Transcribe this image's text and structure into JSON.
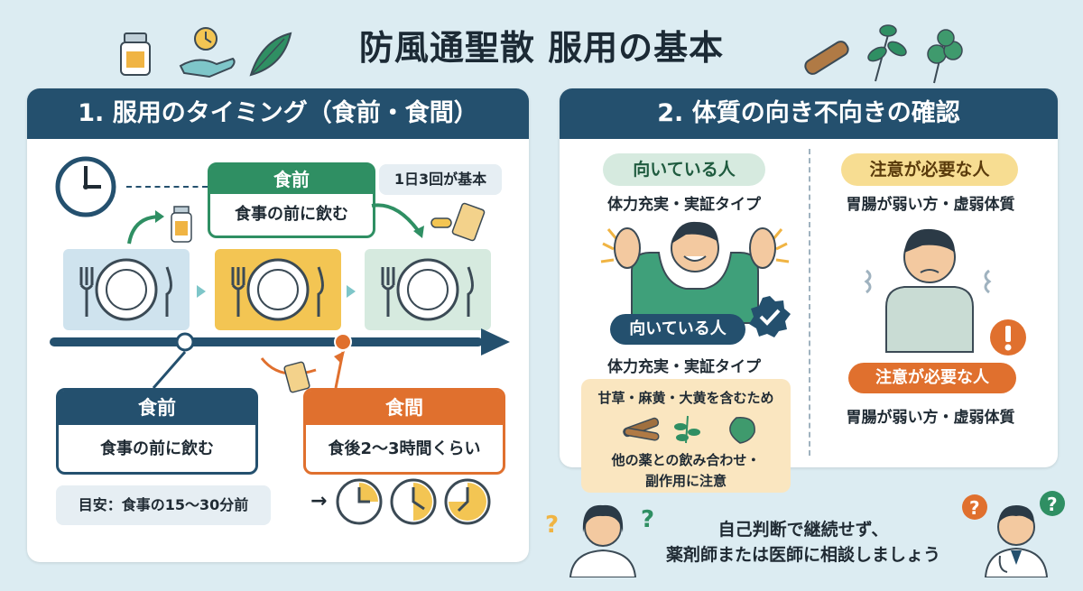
{
  "title": "防風通聖散 服用の基本",
  "left": {
    "header": "1. 服用のタイミング（食前・食間）",
    "top_label_title": "食前",
    "top_label_body": "食事の前に飲む",
    "basic_note": "1日3回が基本",
    "box_shokuzen_title": "食前",
    "box_shokuzen_body": "食事の前に飲む",
    "box_shokkan_title": "食間",
    "box_shokkan_body": "食後2〜3時間くらい",
    "guide": "目安：食事の15〜30分前",
    "arrow": "→"
  },
  "right": {
    "header": "2. 体質の向き不向きの確認",
    "suited_label": "向いている人",
    "suited_desc": "体力充実・実証タイプ",
    "suited_label2": "向いている人",
    "suited_desc2": "体力充実・実証タイプ",
    "caution_label": "注意が必要な人",
    "caution_desc": "胃腸が弱い方・虚弱体質",
    "caution_label2": "注意が必要な人",
    "caution_desc2": "胃腸が弱い方・虚弱体質",
    "herb_title": "甘草・麻黄・大黄を含むため",
    "herb_body_1": "他の薬との飲み合わせ・",
    "herb_body_2": "副作用に注意",
    "consult_1": "自己判断で継続せず、",
    "consult_2": "薬剤師または医師に相談しましょう"
  },
  "colors": {
    "navy": "#24506e",
    "green": "#2f8f63",
    "orange": "#e0702e",
    "yellow": "#f3c553",
    "blue_tile": "#cfe3ee",
    "green_tile": "#d6eadf"
  }
}
